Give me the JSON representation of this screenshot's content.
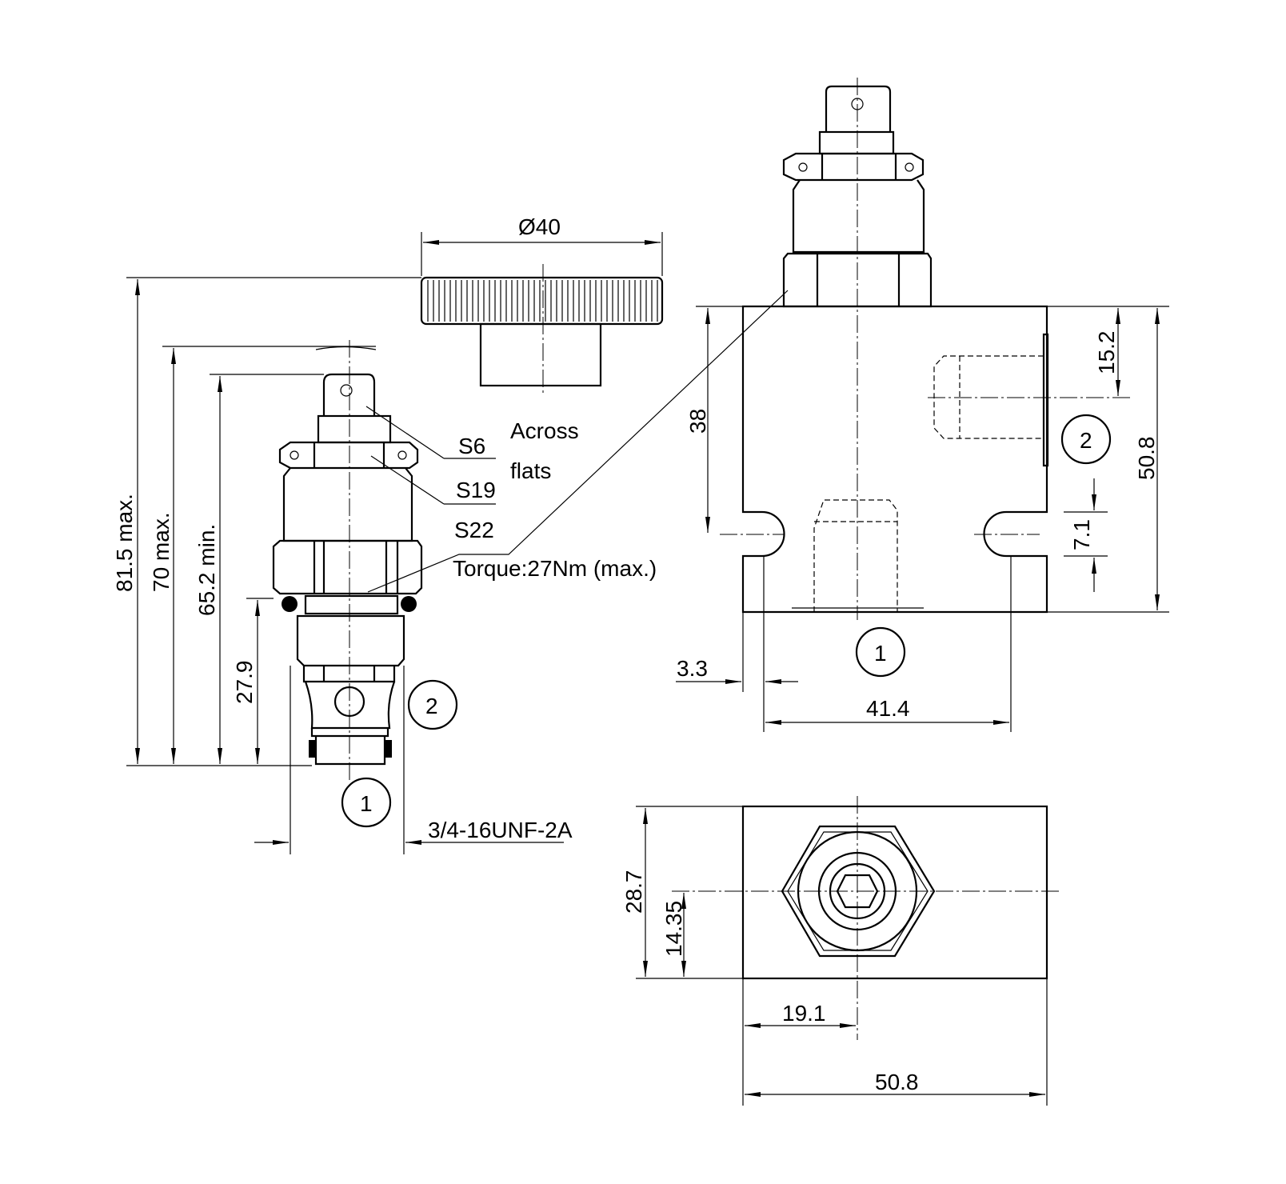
{
  "drawing": {
    "cartridge_dims": {
      "overall_max": "81.5 max.",
      "length_max": "70 max.",
      "length_min": "65.2 min.",
      "port_height": "27.9",
      "thread": "3/4-16UNF-2A"
    },
    "knob_dims": {
      "diameter": "Ø40"
    },
    "callouts": {
      "s6": "S6",
      "s19": "S19",
      "s22": "S22",
      "across": "Across",
      "flats": "flats",
      "torque": "Torque:27Nm  (max.)"
    },
    "ports": {
      "port1": "1",
      "port2": "2"
    },
    "block_front_dims": {
      "h38": "38",
      "h15_2": "15.2",
      "h50_8": "50.8",
      "h7_1": "7.1",
      "w3_3": "3.3",
      "w41_4": "41.4"
    },
    "block_bottom_dims": {
      "h28_7": "28.7",
      "h14_35": "14.35",
      "w19_1": "19.1",
      "w50_8": "50.8"
    }
  }
}
